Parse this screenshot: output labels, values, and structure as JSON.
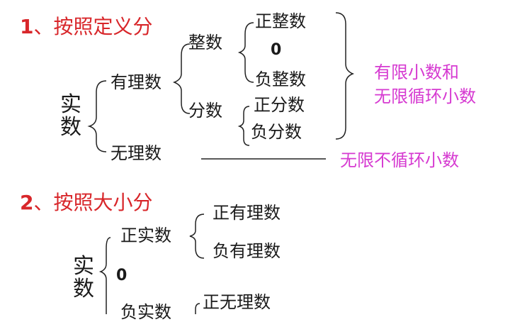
{
  "section1": {
    "number": "1",
    "title": "、按照定义分",
    "root": "实数",
    "rational": "有理数",
    "irrational": "无理数",
    "integer": "整数",
    "fraction": "分数",
    "positive_integer": "正整数",
    "zero": "0",
    "negative_integer": "负整数",
    "positive_fraction": "正分数",
    "negative_fraction": "负分数",
    "finite_or_repeating_line1": "有限小数和",
    "finite_or_repeating_line2": "无限循环小数",
    "non_repeating": "无限不循环小数"
  },
  "section2": {
    "number": "2",
    "title": "、按照大小分",
    "root": "实数",
    "positive_real": "正实数",
    "zero": "0",
    "negative_real": "负实数",
    "positive_rational": "正有理数",
    "negative_rational": "负有理数",
    "positive_irrational": "正无理数"
  },
  "colors": {
    "heading": "#d8262a",
    "annotation": "#d63ad1",
    "text": "#1a1a1a"
  }
}
